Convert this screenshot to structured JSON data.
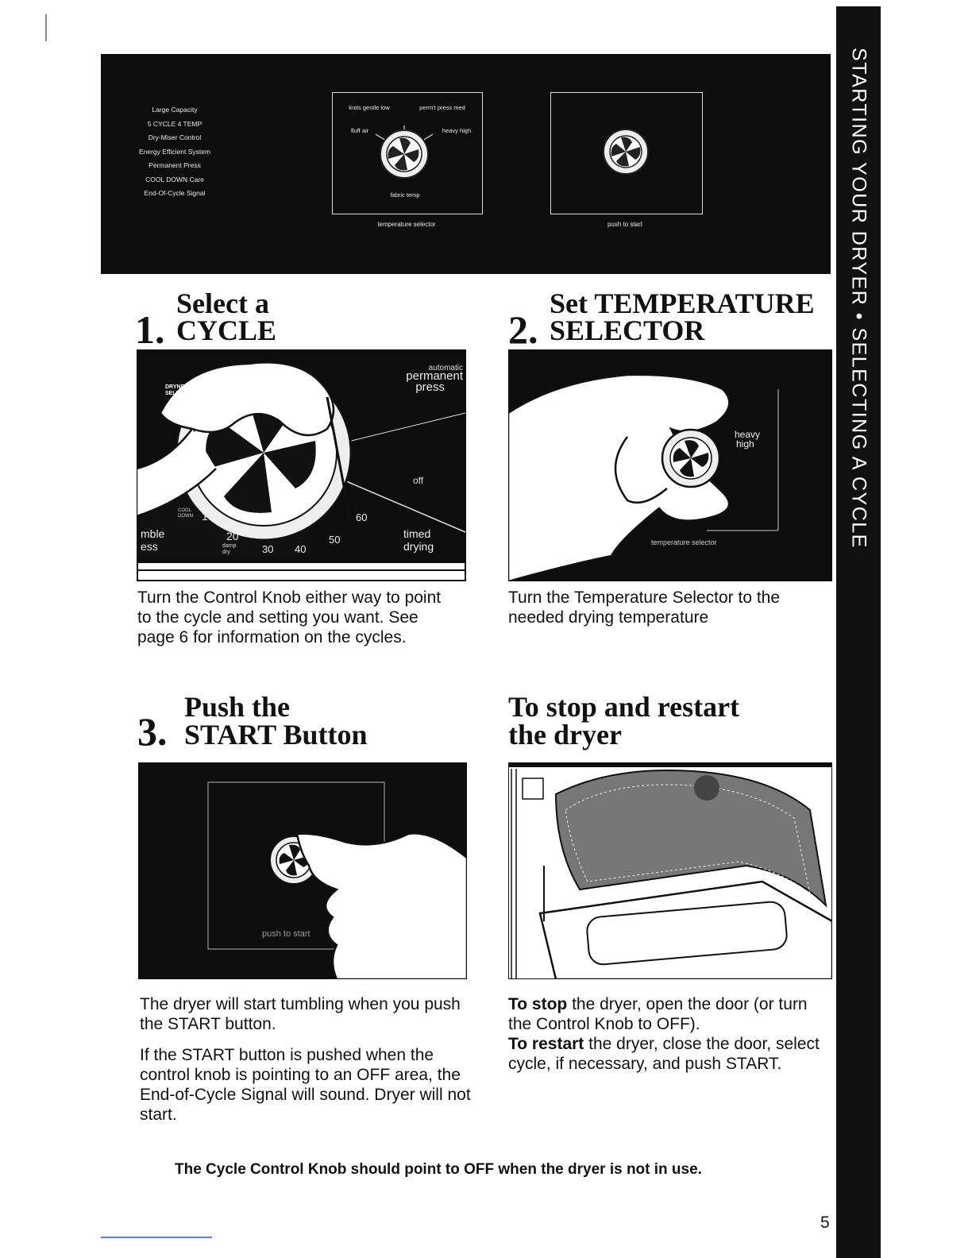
{
  "side_tab": {
    "text": "STARTING YOUR DRYER • SELECTING A CYCLE"
  },
  "control_panel": {
    "features": [
      "Large Capacity",
      "5 CYCLE 4 TEMP",
      "Dry-Miser Control",
      "Energy Efficient System",
      "Permanent Press",
      "COOL DOWN Care",
      "End-Of-Cycle Signal"
    ],
    "temperature_selector": {
      "label": "temperature selector",
      "settings": [
        "knits gentle low",
        "perm't press med",
        "fluff air",
        "heavy high",
        "fabric temp"
      ]
    },
    "start_button": {
      "label": "push to start"
    }
  },
  "step1": {
    "number": "1.",
    "title_line1": "Select a",
    "title_line2": "CYCLE",
    "illustration_labels": [
      "automatic",
      "permanent",
      "press",
      "DRYNESS SELECTOR",
      "off",
      "COOL DOWN",
      "10",
      "20",
      "30",
      "40",
      "50",
      "60",
      "damp dry",
      "timed",
      "drying",
      "mble",
      "ess"
    ],
    "text": "Turn the Control Knob either way to point to the cycle and setting you want. See page 6 for information on the cycles."
  },
  "step2": {
    "number": "2.",
    "title_line1": "Set TEMPERATURE",
    "title_line2": "SELECTOR",
    "illustration_labels": [
      "heavy",
      "high",
      "temperature selector"
    ],
    "text": "Turn the Temperature Selector to the needed drying temperature"
  },
  "step3": {
    "number": "3.",
    "title_line1": "Push the",
    "title_line2": "START Button",
    "illustration_labels": [
      "push to start"
    ],
    "text1": "The dryer will start tumbling when you push the START button.",
    "text2": "If the START button is pushed when the control knob is pointing to an OFF area, the End-of-Cycle Signal will sound. Dryer will not start."
  },
  "stop_restart": {
    "title_line1": "To stop and restart",
    "title_line2": "the dryer",
    "stop_lead": "To stop",
    "stop_text": " the dryer, open the door (or turn the Control Knob to OFF).",
    "restart_lead": "To restart",
    "restart_text": " the dryer, close the door, select cycle, if necessary, and push START."
  },
  "footer_note": "The Cycle Control Knob should point to OFF when the dryer is not in use.",
  "page_number": "5"
}
